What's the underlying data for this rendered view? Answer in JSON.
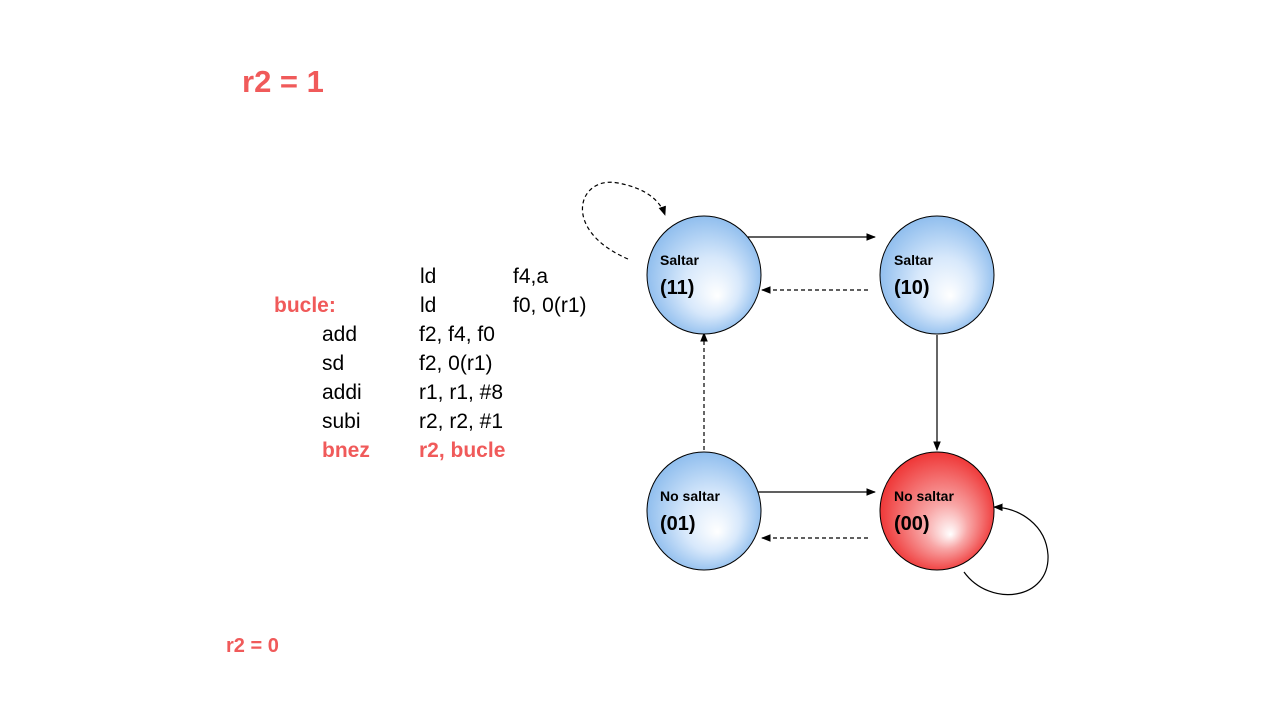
{
  "title": "r2 = 1",
  "footer": "r2 = 0",
  "colors": {
    "highlight": "#f05a5a",
    "text": "#000000",
    "node_blue_center": "#ffffff",
    "node_blue_edge": "#86b8ec",
    "node_red_center": "#ffffff",
    "node_red_edge": "#ee2a2a"
  },
  "code": {
    "lines": [
      {
        "label": "",
        "op": "ld",
        "args": "f4,a"
      },
      {
        "label": "bucle:",
        "op": "ld",
        "args": "f0, 0(r1)"
      },
      {
        "label": "",
        "op": "add",
        "args": "f2, f4, f0"
      },
      {
        "label": "",
        "op": "sd",
        "args": "f2, 0(r1)"
      },
      {
        "label": "",
        "op": "addi",
        "args": "r1, r1, #8"
      },
      {
        "label": "",
        "op": "subi",
        "args": "r2, r2, #1"
      },
      {
        "label": "",
        "op": "bnez",
        "args": "r2, bucle"
      }
    ]
  },
  "states": [
    {
      "id": "s11",
      "action": "Saltar",
      "code": "(11)",
      "active": false
    },
    {
      "id": "s10",
      "action": "Saltar",
      "code": "(10)",
      "active": false
    },
    {
      "id": "s01",
      "action": "No saltar",
      "code": "(01)",
      "active": false
    },
    {
      "id": "s00",
      "action": "No saltar",
      "code": "(00)",
      "active": true
    }
  ]
}
